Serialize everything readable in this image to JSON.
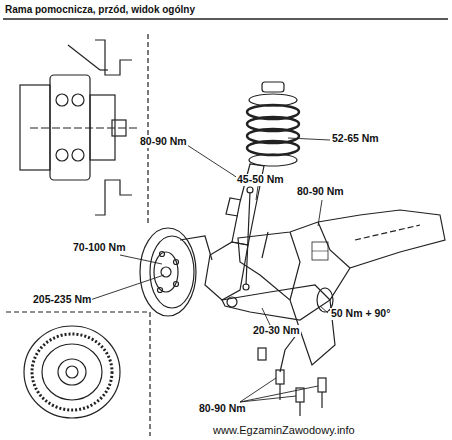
{
  "diagram": {
    "title": "Rama pomocnicza, przód, widok ogólny",
    "labels": [
      "52-65 Nm",
      "80-90 Nm",
      "45-50 Nm",
      "80-90 Nm",
      "70-100 Nm",
      "205-235 Nm",
      "20-30 Nm",
      "50 Nm + 90°",
      "80-90 Nm",
      "www.EgzaminZawodowy.info"
    ]
  }
}
